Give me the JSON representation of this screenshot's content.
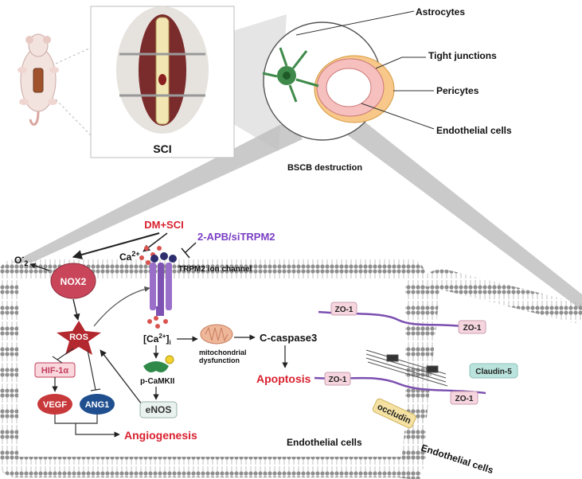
{
  "top": {
    "sci_label": "SCI",
    "bscb_label": "BSCB destruction",
    "callouts": {
      "astrocytes": "Astrocytes",
      "tight_junctions": "Tight junctions",
      "pericytes": "Pericytes",
      "endothelial_cells": "Endothelial cells"
    }
  },
  "pathway": {
    "dm_sci": "DM+SCI",
    "inhibitor": "2-APB/siTRPM2",
    "superoxide": "O",
    "superoxide_sup": "-",
    "superoxide_sub": "2",
    "calcium": "Ca",
    "calcium_sup": "2+",
    "trpm2": "TRPM2 ion channel",
    "nox2": "NOX2",
    "ros": "ROS",
    "hif": "HIF-1α",
    "vegf": "VEGF",
    "ang1": "ANG1",
    "angiogenesis": "Angiogenesis",
    "ca_intra": "[Ca",
    "ca_intra_sup": "2+",
    "ca_intra_close": "]",
    "ca_intra_sub": "i",
    "mito": "mitochondrial",
    "mito2": "dysfunction",
    "caspase": "C-caspase3",
    "apoptosis": "Apoptosis",
    "camkii": "p-CaMKII",
    "enos": "eNOS",
    "endothelial_left": "Endothelial cells",
    "endothelial_right": "Endothelial cells"
  },
  "junctions": {
    "zo1_a": "ZO-1",
    "zo1_b": "ZO-1",
    "zo1_c": "ZO-1",
    "zo1_d": "ZO-1",
    "claudin": "Claudin-5",
    "occludin": "occludin"
  },
  "colors": {
    "red": "#d8202e",
    "purple": "#7a3fc4",
    "membrane": "#9a9a9a",
    "ros": "#b3272e",
    "vegf_fill": "#c8393b",
    "ang1_fill": "#1f4f8f"
  }
}
